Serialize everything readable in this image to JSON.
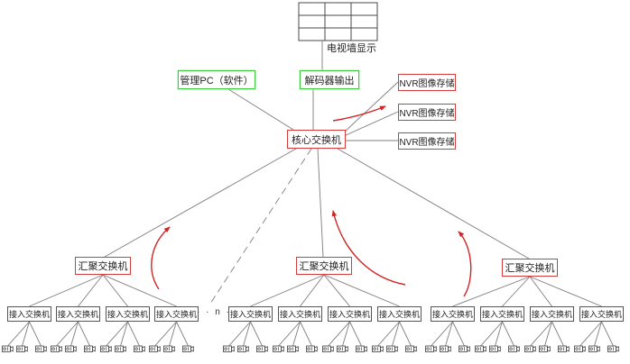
{
  "diagram": {
    "type": "network-topology",
    "labels": {
      "tv_wall": "电视墙显示",
      "management_pc": "管理PC（软件）",
      "decoder_output": "解码器输出",
      "core_switch": "核心交换机",
      "nvr_storage": "NVR图像存储",
      "aggregation_switch": "汇聚交换机",
      "access_switch": "接入交换机",
      "more_nodes": "· · n ·"
    },
    "structure": {
      "tv_wall_grid": "3x3",
      "nvr_count": 3,
      "aggregation_count": 3,
      "access_switch_count": 12,
      "access_per_aggregation": 4,
      "cameras_per_access": 3,
      "camera_count": 36,
      "red_emphasis_arrows": 4,
      "dashed_trunk_lines": 1
    },
    "icons": {
      "camera": "cctv-camera-icon"
    },
    "colors": {
      "green_box_border": "#3ecc3e",
      "red_box_border": "#d23c3c",
      "line": "#7d7d7d",
      "arrow": "#d02525",
      "background": "#ffffff"
    }
  }
}
